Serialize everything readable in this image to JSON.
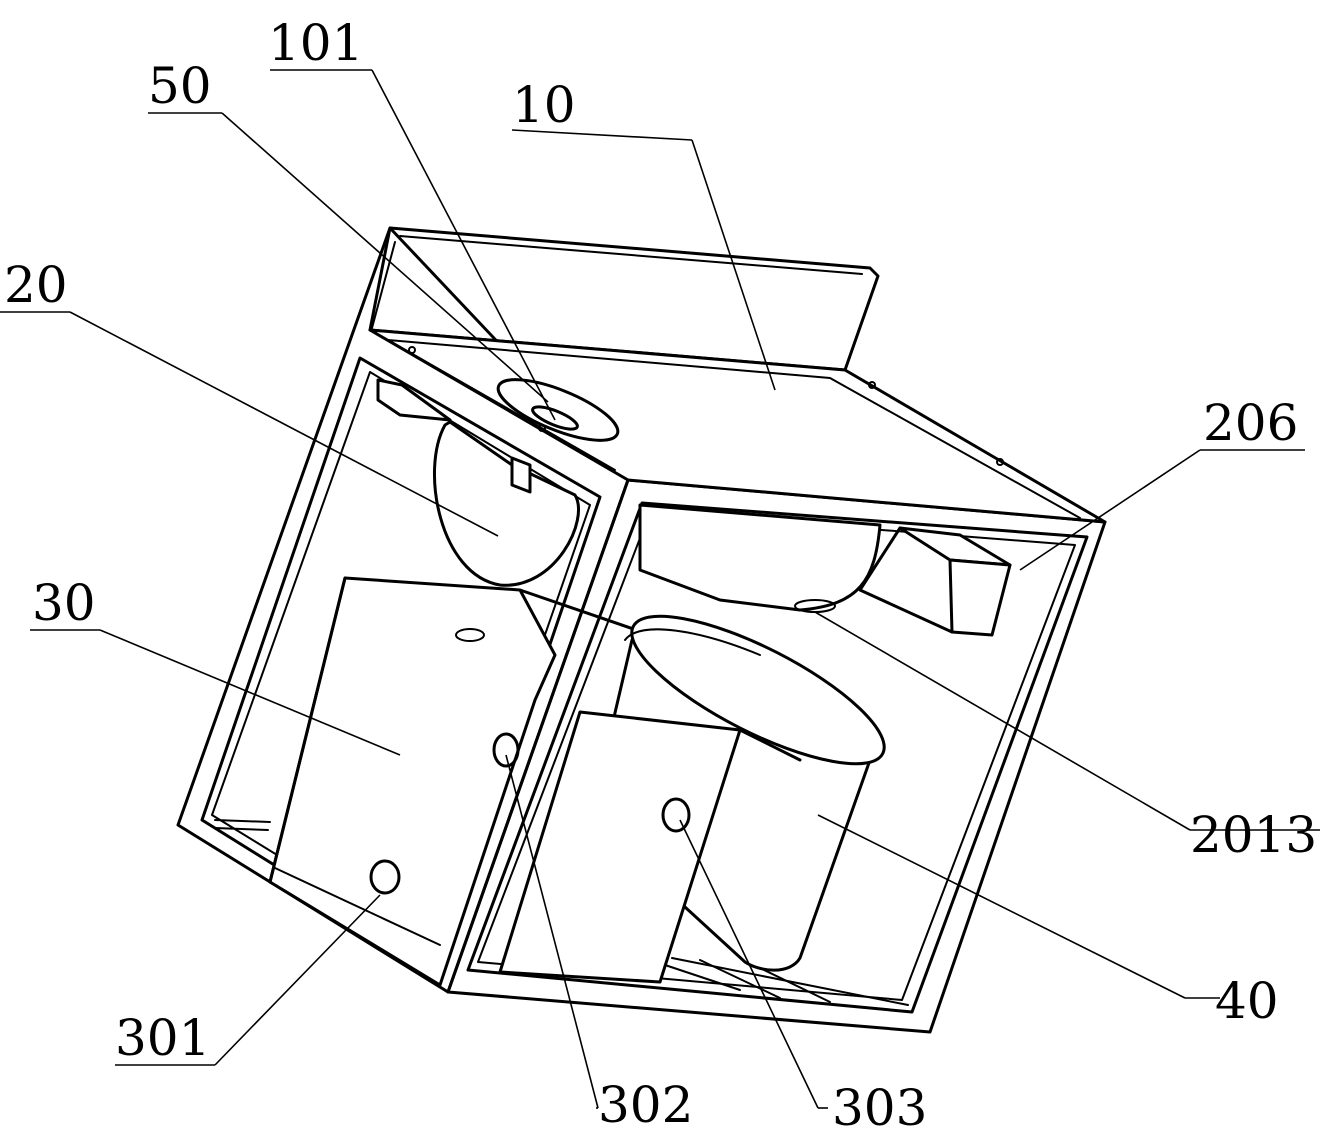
{
  "labels": {
    "l101": "101",
    "l50": "50",
    "l10": "10",
    "l20": "20",
    "l206": "206",
    "l30": "30",
    "l2013": "2013",
    "l40": "40",
    "l301": "301",
    "l302": "302",
    "l303": "303"
  }
}
